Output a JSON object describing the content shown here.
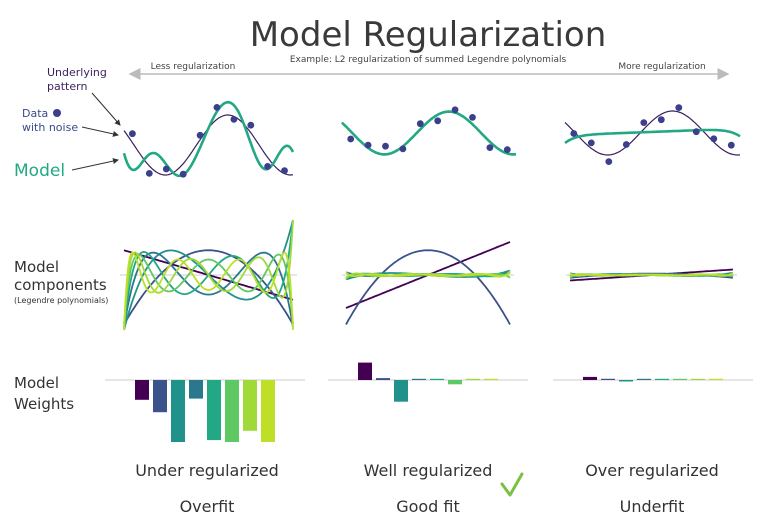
{
  "title": "Model Regularization",
  "subtitle": "Example: L2 regularization of summed Legendre polynomials",
  "arrow": {
    "left_label": "Less regularization",
    "right_label": "More regularization"
  },
  "legend": {
    "underlying": [
      "Underlying",
      "pattern"
    ],
    "data": [
      "Data",
      "with noise"
    ],
    "model": "Model"
  },
  "rows": {
    "components": {
      "line1": "Model",
      "line2": "components",
      "note": "(Legendre polynomials)"
    },
    "weights": {
      "line1": "Model",
      "line2": "Weights"
    }
  },
  "columns": [
    {
      "label": "Under regularized",
      "fit": "Overfit"
    },
    {
      "label": "Well regularized",
      "fit": "Good fit"
    },
    {
      "label": "Over regularized",
      "fit": "Underfit"
    }
  ],
  "colors": {
    "underlying": "#3b1f5c",
    "model": "#22a884",
    "data_points": "#3b3f8c",
    "checkmark": "#7ac043",
    "palette": [
      "#440154",
      "#3b528b",
      "#21918c",
      "#2a788e",
      "#22a884",
      "#5ec962",
      "#a0da39",
      "#bddf26"
    ]
  },
  "weights": {
    "under": [
      -0.32,
      -0.52,
      -1.0,
      -0.3,
      -0.97,
      -1.0,
      -0.82,
      -1.0
    ],
    "well": [
      0.28,
      0.03,
      -0.35,
      0.0,
      0.0,
      -0.07,
      0.0,
      0.0
    ],
    "over": [
      0.05,
      0.0,
      -0.02,
      0.0,
      0.0,
      0.0,
      0.0,
      0.0
    ]
  },
  "icons": {
    "check": "checkmark-icon"
  }
}
